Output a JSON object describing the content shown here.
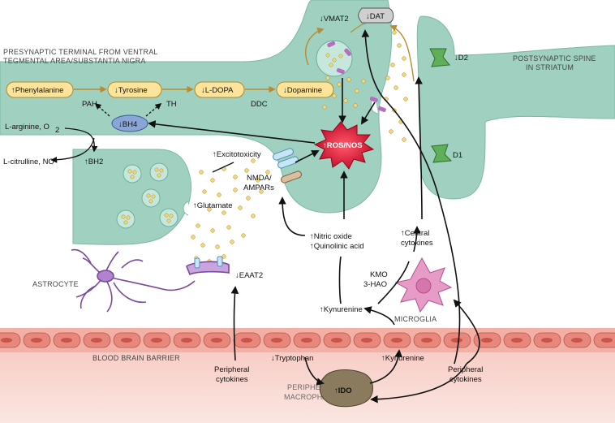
{
  "headers": {
    "presynaptic_line1": "PRESYNAPTIC TERMINAL FROM VENTRAL",
    "presynaptic_line2": "TEGMENTAL AREA/SUBSTANTIA NIGRA",
    "postsynaptic_line1": "POSTSYNAPTIC SPINE",
    "postsynaptic_line2": "IN STRIATUM"
  },
  "pathway": {
    "phenylalanine": "↑Phenylalanine",
    "tyrosine": "↓Tyrosine",
    "ldopa": "↓L-DOPA",
    "dopamine": "↓Dopamine",
    "pah": "PAH",
    "th": "TH",
    "ddc": "DDC"
  },
  "cofactor": {
    "bh4": "↓BH4",
    "arginine": "L-arginine, O",
    "arginine_sub": "2",
    "citrulline": "L-citrulline, NO",
    "bh2": "↑BH2"
  },
  "transporters": {
    "vmat2": "↓VMAT2",
    "dat": "↓DAT"
  },
  "receptors": {
    "d2": "↓D2",
    "d1": "D1",
    "nmda_line1": "NMDA/",
    "nmda_line2": "AMPARs"
  },
  "stress": {
    "ros": "↑ROS/NOS",
    "excitotoxicity": "↑Excitotoxicity",
    "glutamate": "↑Glutamate",
    "eaat2": "↓EAAT2"
  },
  "glia": {
    "astrocyte": "ASTROCYTE",
    "microglia": "MICROGLIA"
  },
  "mediators": {
    "nitric_oxide": "↑Nitric oxide",
    "quinolinic": "↑Quinolinic acid",
    "central_line1": "↑Central",
    "central_line2": "cytokines",
    "kmo": "KMO",
    "hao": "3-HAO",
    "kynurenine_brain": "↑Kynurenine"
  },
  "periphery": {
    "bbb": "BLOOD BRAIN BARRIER",
    "tryptophan": "↓Tryptophan",
    "kynurenine_blood": "↑Kynurenine",
    "cytokines_left_line1": "Peripheral",
    "cytokines_left_line2": "cytokines",
    "cytokines_right_line1": "Peripheral",
    "cytokines_right_line2": "cytokines",
    "macrophage_line1": "PERIPHERAL",
    "macrophage_line2": "MACROPHAGE",
    "ido": "↑IDO"
  },
  "colors": {
    "neuron": "#9fd0c0",
    "neuron_edge": "#6fb09c",
    "pill": "#fde49a",
    "pill_edge": "#b08a2a",
    "bh4": "#8aa6d6",
    "ros": "#d6213a",
    "microglia": "#e79cc8",
    "astrocyte": "#7a4a9a",
    "bbb": "#f2b8b1",
    "receptor": "#5fae5a",
    "macrophage": "#8a7a5e",
    "vesicle_dot": "#f0d876",
    "gold_arrow": "#b98a2e"
  }
}
